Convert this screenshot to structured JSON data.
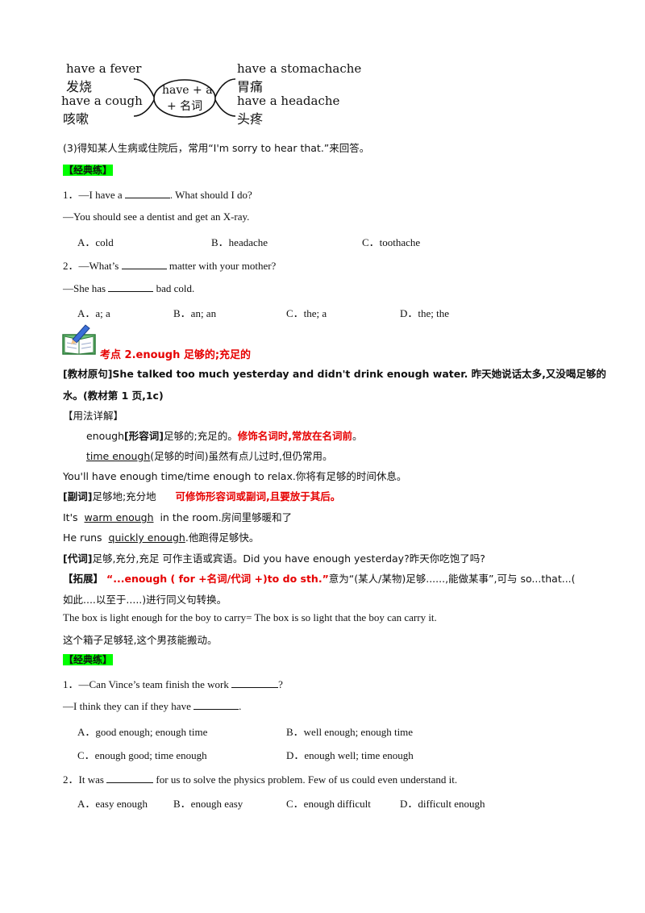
{
  "diagram": {
    "left_top_en": "have a fever",
    "left_top_cn": "发烧",
    "left_bottom_en": "have a cough",
    "left_bottom_cn": "咳嗽",
    "center_line1": "have + a",
    "center_line2": "+ 名词",
    "right_top_en": "have a stomachache",
    "right_top_cn": "胃痛",
    "right_bottom_en": "have a headache",
    "right_bottom_cn": "头疼"
  },
  "note3": "(3)得知某人生病或住院后，常用“I'm sorry to hear that.”来回答。",
  "practice_label": "【经典练】",
  "q1": {
    "line1_pre": "1．—I have a",
    "line1_post": ". What should I do?",
    "line2": "—You should see a dentist and get an X-ray.",
    "options": [
      "A．cold",
      "B．headache",
      "C．toothache"
    ]
  },
  "q2": {
    "line1_pre": "2．—What’s",
    "line1_post": "matter with your mother?",
    "line2_pre": "—She has",
    "line2_post": "bad cold.",
    "options": [
      "A．a; a",
      "B．an; an",
      "C．the; a",
      "D．the; the"
    ]
  },
  "section2": {
    "title": "考点  2.enough 足够的;充足的",
    "source_line1": "[教材原句]She talked too much yesterday and didn't drink enough water.  昨天她说话太多,又没喝足够的",
    "source_line2": "水。(教材第 1 页,1c)",
    "usage_label": "【用法详解】",
    "adj_pre": "enough",
    "adj_tag": "[形容词]",
    "adj_mid": "足够的;充足的。",
    "adj_red": "修饰名词时,常放在名词前",
    "adj_end": "。",
    "time_u": "time enough",
    "time_rest": "(足够的时间)虽然有点儿过时,但仍常用。",
    "example1": "You'll have enough time/time enough to relax.你将有足够的时间休息。",
    "adv_tag": "[副词]",
    "adv_mid": "足够地;充分地",
    "adv_red": "可修饰形容词或副词,且要放于其后。",
    "ex2_pre": "It's",
    "ex2_u": "warm enough",
    "ex2_post": "in the room.房间里够暖和了",
    "ex3_pre": "He runs",
    "ex3_u": "quickly enough",
    "ex3_post": ".他跑得足够快。",
    "pron_tag": "[代词]",
    "pron_rest": "足够,充分,充足  可作主语或宾语。Did you have enough yesterday?昨天你吃饱了吗?",
    "ext_label": "【拓展】",
    "ext_red": "“...enough ( for +名词/代词  +)to do sth.”",
    "ext_rest": "意为“(某人/某物)足够......,能做某事”,可与  so...that...(",
    "ext_line2": "如此....以至于.....)进行同义句转换。",
    "ex4": "The box is light enough for the boy to carry= The box is so light that the boy can carry it.",
    "ex4_cn": "这个箱子足够轻,这个男孩能搬动。"
  },
  "q3": {
    "line1_pre": "1．—Can Vince’s team finish the work",
    "line1_post": "?",
    "line2_pre": "—I think they can if they have",
    "line2_post": ".",
    "options": [
      "A．good enough; enough time",
      "B．well enough; enough time",
      "C．enough good; time enough",
      "D．enough well; time enough"
    ]
  },
  "q4": {
    "line1_pre": "2．It was",
    "line1_post": "for us to solve the physics problem. Few of us could even understand it.",
    "options": [
      "A．easy enough",
      "B．enough easy",
      "C．enough difficult",
      "D．difficult enough"
    ]
  }
}
